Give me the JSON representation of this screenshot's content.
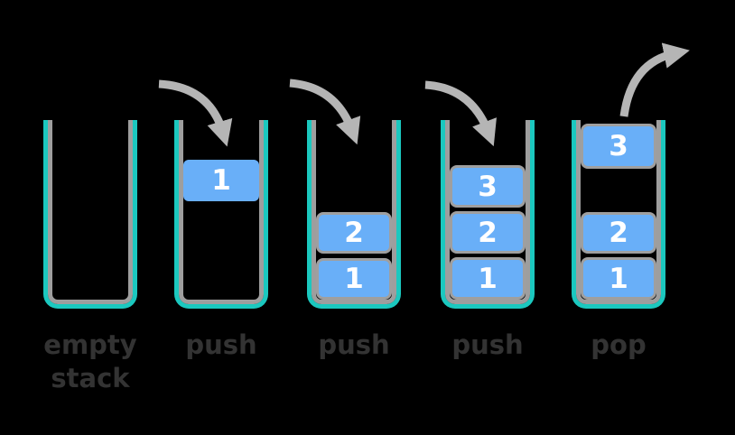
{
  "colors": {
    "background": "#000000",
    "teal": "#1BC8BF",
    "wall_gray": "#9E9E9E",
    "arrow_gray": "#B5B5B5",
    "block_blue": "#69AFF8",
    "block_border": "#9F9F9F",
    "number_text": "#FFFFFF",
    "label_text": "#333333"
  },
  "diagram": {
    "type": "stack push/pop illustration",
    "stacks": [
      {
        "caption": [
          "empty",
          "stack"
        ],
        "blocks": []
      },
      {
        "caption": [
          "push"
        ],
        "blocks": [
          "1"
        ]
      },
      {
        "caption": [
          "push"
        ],
        "blocks": [
          "2",
          "1"
        ]
      },
      {
        "caption": [
          "push"
        ],
        "blocks": [
          "3",
          "2",
          "1"
        ]
      },
      {
        "caption": [
          "pop"
        ],
        "blocks": [
          "3",
          "2",
          "1"
        ]
      }
    ],
    "icons": {
      "push_arrows": "curved-arrow-into-stack",
      "pop_arrow": "curved-arrow-out-of-stack"
    }
  }
}
